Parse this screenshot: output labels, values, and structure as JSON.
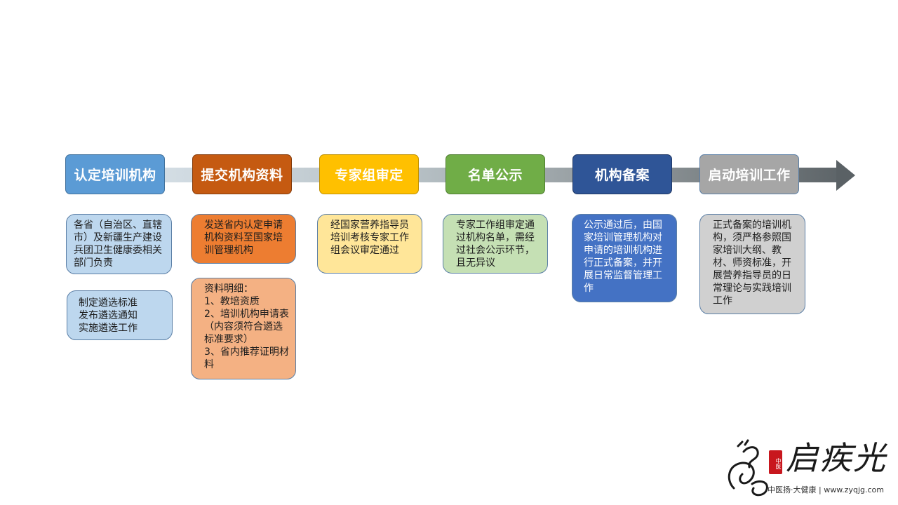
{
  "colors": {
    "step1": "#5b9bd5",
    "step2": "#c55a11",
    "step3": "#ffc000",
    "step4": "#70ad47",
    "step5": "#2f5597",
    "step6": "#a6a6a6",
    "desc_blue": "#bdd7ee",
    "desc_orange": "#ed7d31",
    "desc_peach": "#f4b183",
    "desc_yellow": "#ffe699",
    "desc_green": "#c5e0b4",
    "desc_navy": "#4472c4",
    "desc_grey": "#d0d0d0",
    "border": "#5b7fa6"
  },
  "steps": [
    {
      "label": "认定培训机构"
    },
    {
      "label": "提交机构资料"
    },
    {
      "label": "专家组审定"
    },
    {
      "label": "名单公示"
    },
    {
      "label": "机构备案"
    },
    {
      "label": "启动培训工作"
    }
  ],
  "descriptions": {
    "step1_a": "各省（自治区、直辖市）及新疆生产建设兵团卫生健康委相关部门负责",
    "step1_b": "制定遴选标准\n发布遴选通知\n实施遴选工作",
    "step2_a": "发送省内认定申请机构资料至国家培训管理机构",
    "step2_b": "资料明细：\n1、教培资质\n2、培训机构申请表（内容须符合遴选标准要求）\n3、省内推荐证明材料",
    "step3_a": "经国家营养指导员培训考核专家工作组会议审定通过",
    "step4_a": "专家工作组审定通过机构名单，需经过社会公示环节，且无异议",
    "step5_a": "公示通过后，由国家培训管理机构对申请的培训机构进行正式备案，并开展日常监督管理工作",
    "step6_a": "正式备案的培训机构，须严格参照国家培训大纲、教材、师资标准，开展营养指导员的日常理论与实践培训工作"
  },
  "logo": {
    "name": "启疾光",
    "seal": "中医",
    "tagline": "中医扬·大健康 | www.zyqjg.com"
  }
}
